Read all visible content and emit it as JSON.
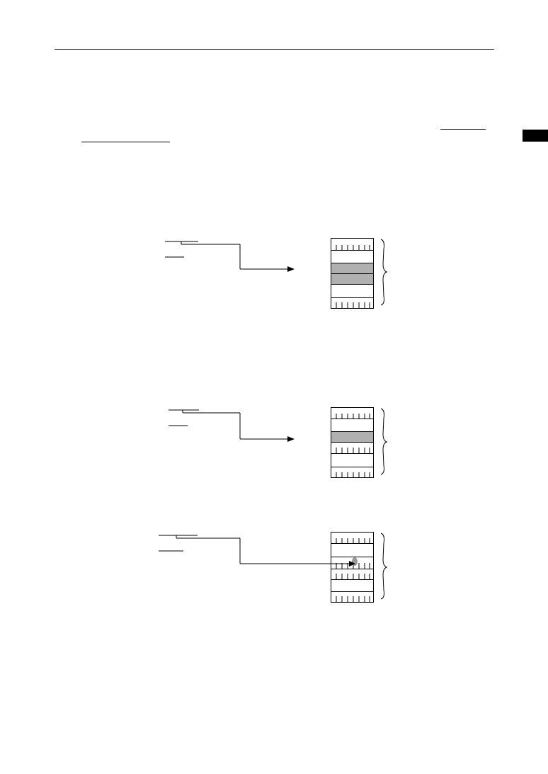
{
  "page": {
    "header_rule": true,
    "edge_tab_color": "#000000"
  },
  "diagrams": [
    {
      "id": "word-mapping",
      "highlighted_cells": [
        2,
        3
      ]
    },
    {
      "id": "byte-mapping",
      "highlighted_cells": [
        2
      ]
    },
    {
      "id": "bit-mapping",
      "highlighted_cells": [],
      "marker": "bit-dot"
    }
  ],
  "colors": {
    "ink": "#000000",
    "highlight": "#b0b0b0",
    "marker": "#9a9a9a"
  }
}
